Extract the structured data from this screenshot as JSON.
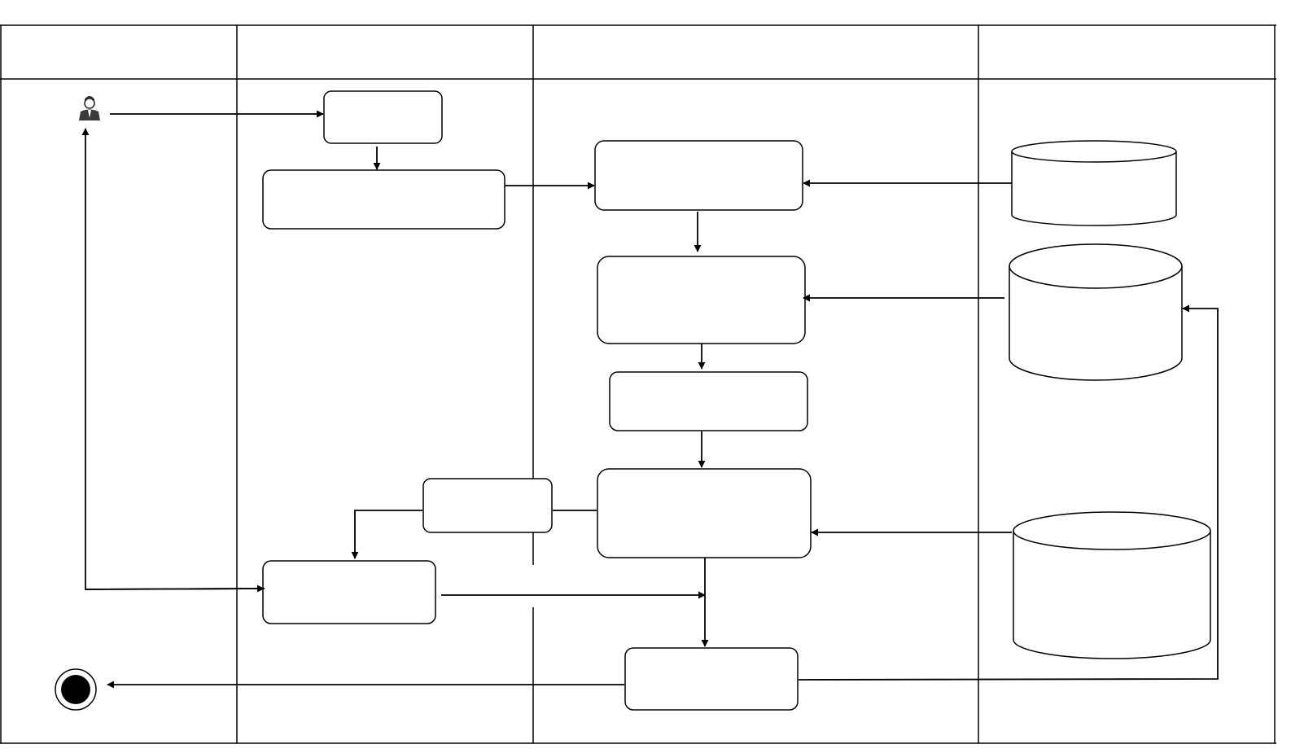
{
  "diagram": {
    "type": "activity-swimlane",
    "lanes": [
      {
        "id": "lane-1",
        "title": ""
      },
      {
        "id": "lane-2",
        "title": ""
      },
      {
        "id": "lane-3",
        "title": ""
      },
      {
        "id": "lane-4",
        "title": ""
      }
    ],
    "start": {
      "icon": "user-icon"
    },
    "end": {
      "icon": "final-node-icon"
    },
    "activities": [
      {
        "id": "a1",
        "label": ""
      },
      {
        "id": "a2",
        "label": ""
      },
      {
        "id": "a3",
        "label": ""
      },
      {
        "id": "a4",
        "label": ""
      },
      {
        "id": "a5",
        "label": ""
      },
      {
        "id": "a6",
        "label": ""
      },
      {
        "id": "a7",
        "label": ""
      },
      {
        "id": "a8",
        "label": ""
      },
      {
        "id": "a9",
        "label": ""
      }
    ],
    "datastores": [
      {
        "id": "db1",
        "label": ""
      },
      {
        "id": "db2",
        "label": ""
      },
      {
        "id": "db3",
        "label": ""
      }
    ],
    "flows": [
      {
        "from": "start",
        "to": "a1"
      },
      {
        "from": "a1",
        "to": "a2"
      },
      {
        "from": "a2",
        "to": "a3"
      },
      {
        "from": "db1",
        "to": "a3"
      },
      {
        "from": "a3",
        "to": "a4"
      },
      {
        "from": "db2",
        "to": "a4"
      },
      {
        "from": "a4",
        "to": "a5"
      },
      {
        "from": "a5",
        "to": "a6"
      },
      {
        "from": "db3",
        "to": "a6"
      },
      {
        "from": "a6",
        "to": "a7"
      },
      {
        "from": "a7",
        "to": "a8"
      },
      {
        "from": "a8",
        "to": "start"
      },
      {
        "from": "a8",
        "to": "a9"
      },
      {
        "from": "a6",
        "to": "a9"
      },
      {
        "from": "a9",
        "to": "end"
      },
      {
        "from": "a9",
        "to": "db2"
      }
    ]
  }
}
